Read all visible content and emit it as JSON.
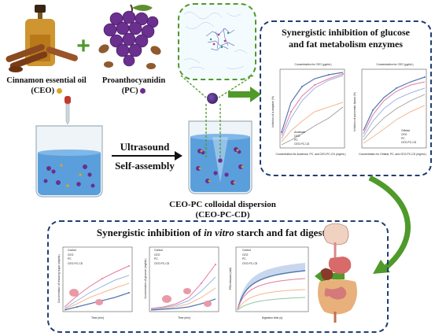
{
  "ingredients": {
    "ceo_name": "Cinnamon essential oil",
    "ceo_abbr": "(CEO)",
    "pc_name": "Proanthocyanidin",
    "pc_abbr": "(PC)",
    "plus": "+"
  },
  "process": {
    "line1": "Ultrasound",
    "line2": "Self-assembly"
  },
  "product": {
    "line1": "CEO-PC colloidal dispersion",
    "line2": "(CEO-PC-CD)"
  },
  "enzymes_panel": {
    "title_line1": "Synergistic inhibition of glucose",
    "title_line2": "and fat metabolism enzymes",
    "chart1": {
      "top_axis": "Concentration for CEO (μg/mL)",
      "ylabel": "Inhibition of α-amylase (%)",
      "xlabel": "Concentration for Acarbose, PC, and CEO-PC-CD (mg/mL)",
      "legend": [
        "Acarbose",
        "CEO",
        "PC",
        "CEO-PC-CD"
      ]
    },
    "chart2": {
      "top_axis": "Concentration for CEO (μg/mL)",
      "ylabel": "Inhibition of pancreatic lipase (%)",
      "xlabel": "Concentration for Orlistat, PC, and CEO-PC-CD (mg/mL)",
      "legend": [
        "Orlistat",
        "CEO",
        "PC",
        "CEO-PC-CD"
      ]
    }
  },
  "digestion_panel": {
    "title_pre": "Synergistic inhibition of ",
    "title_em": "in vitro",
    "title_post": " starch and fat digestion",
    "chart1": {
      "ylabel": "Concentration of reducing sugar (mg/mL)",
      "xlabel": "Time (min)",
      "legend": [
        "Control",
        "CEO",
        "PC",
        "CEO-PC-CD"
      ]
    },
    "chart2": {
      "ylabel": "Concentration of glucose (mg/mL)",
      "xlabel": "Time (min)",
      "legend": [
        "Control",
        "CEO",
        "PC",
        "CEO-PC-CD"
      ]
    },
    "chart3": {
      "ylabel": "FFA released (mM)",
      "xlabel": "Digestion time (s)",
      "legend": [
        "Control",
        "CEO",
        "PC",
        "CEO-PC-CD"
      ]
    }
  },
  "colors": {
    "dash_border": "#1f3f73",
    "arrow_green": "#4f9a2a",
    "water": "#3f8fd6",
    "grape": "#6a2f8f",
    "cinnamon": "#8b4a1f",
    "control": "#e47aa0",
    "ceo": "#9bb7e0",
    "pc": "#f2b890",
    "ceo_pc_cd": "#5577b0"
  }
}
